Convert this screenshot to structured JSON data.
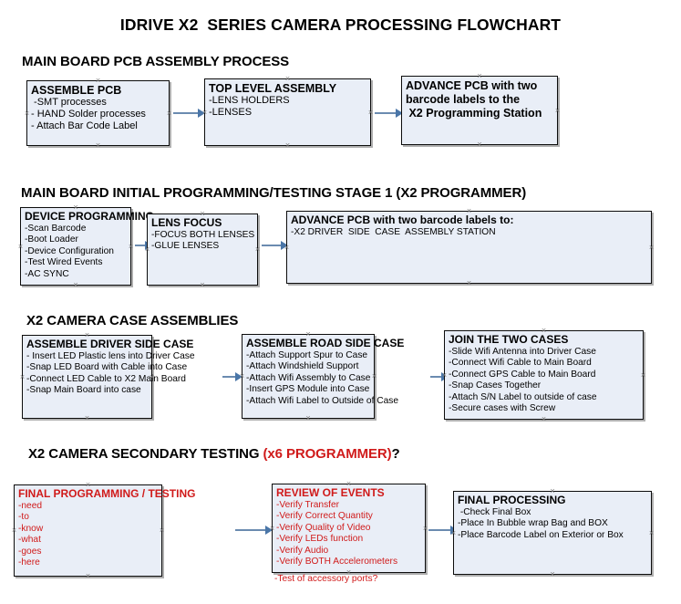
{
  "document": {
    "title": "IDRIVE X2  SERIES CAMERA PROCESSING FLOWCHART"
  },
  "colors": {
    "node_fill": "#e9eef7",
    "node_border": "#0c0c0c",
    "connector": "#4a76a8",
    "accent_red": "#d01a1a",
    "text": "#000000"
  },
  "sections": [
    {
      "id": "main-board-pcb-assembly",
      "heading": "MAIN BOARD PCB ASSEMBLY PROCESS",
      "heading_accent": "",
      "heading_suffix": "",
      "nodes": [
        {
          "id": "assemble-pcb",
          "title": "ASSEMBLE PCB",
          "lines": [
            " -SMT processes",
            "- HAND Solder processes",
            "- Attach Bar Code Label"
          ]
        },
        {
          "id": "top-level-assembly",
          "title": "TOP LEVEL ASSEMBLY",
          "lines": [
            "-LENS HOLDERS",
            "-LENSES"
          ]
        },
        {
          "id": "advance-pcb-programming-station",
          "title_lines": [
            "ADVANCE PCB with two",
            "barcode labels to the",
            " X2 Programming Station"
          ],
          "lines": []
        }
      ]
    },
    {
      "id": "main-board-initial-programming",
      "heading": "MAIN BOARD INITIAL PROGRAMMING/TESTING STAGE 1 (X2 PROGRAMMER)",
      "heading_accent": "",
      "heading_suffix": "",
      "nodes": [
        {
          "id": "device-programming",
          "title": "DEVICE PROGRAMMING",
          "lines": [
            "-Scan Barcode",
            "-Boot Loader",
            "-Device Configuration",
            "-Test Wired Events",
            "-AC SYNC"
          ]
        },
        {
          "id": "lens-focus",
          "title": "LENS FOCUS",
          "lines": [
            "-FOCUS BOTH LENSES",
            "-GLUE LENSES"
          ]
        },
        {
          "id": "advance-pcb-driver-side-case",
          "title": "ADVANCE PCB with two barcode labels to:",
          "lines": [
            "-X2 DRIVER  SIDE  CASE  ASSEMBLY STATION"
          ]
        }
      ]
    },
    {
      "id": "x2-camera-case-assemblies",
      "heading": "X2 CAMERA CASE ASSEMBLIES",
      "heading_accent": "",
      "heading_suffix": "",
      "nodes": [
        {
          "id": "assemble-driver-side-case",
          "title": "ASSEMBLE DRIVER SIDE CASE",
          "lines": [
            "- Insert LED Plastic lens into Driver Case",
            "-Snap LED Board with Cable into Case",
            "-Connect LED Cable to X2 Main Board",
            "-Snap Main Board into case"
          ]
        },
        {
          "id": "assemble-road-side-case",
          "title": "ASSEMBLE ROAD SIDE CASE",
          "lines": [
            "-Attach Support Spur to Case",
            "-Attach Windshield Support",
            "-Attach Wifi Assembly to Case",
            "-Insert GPS Module into Case",
            "-Attach Wifi Label to Outside of Case"
          ]
        },
        {
          "id": "join-the-two-cases",
          "title": "JOIN THE TWO CASES",
          "lines": [
            "-Slide Wifi Antenna into Driver Case",
            "-Connect Wifi Cable to Main Board",
            "-Connect GPS Cable to Main Board",
            "-Snap Cases Together",
            "-Attach S/N Label to outside of case",
            "-Secure cases with Screw"
          ]
        }
      ]
    },
    {
      "id": "x2-camera-secondary-testing",
      "heading": "X2 CAMERA SECONDARY TESTING ",
      "heading_accent": "(x6 PROGRAMMER)",
      "heading_suffix": "?",
      "nodes": [
        {
          "id": "final-programming-testing",
          "title": "FINAL PROGRAMMING / TESTING",
          "lines": [
            "-need",
            "-to",
            "-know",
            "-what",
            "-goes",
            "-here"
          ]
        },
        {
          "id": "review-of-events",
          "title": "REVIEW OF EVENTS",
          "lines": [
            "-Verify Transfer",
            "-Verify Correct Quantity",
            "-Verify Quality of Video",
            "-Verify LEDs function",
            "-Verify Audio",
            "-Verify BOTH Accelerometers"
          ],
          "overflow_line": "-Test of accessory ports?"
        },
        {
          "id": "final-processing",
          "title": "FINAL PROCESSING",
          "lines": [
            " -Check Final Box",
            "-Place In Bubble wrap Bag and BOX",
            "-Place Barcode Label on Exterior or Box"
          ]
        }
      ]
    }
  ],
  "handles": {
    "glyph": "×"
  }
}
